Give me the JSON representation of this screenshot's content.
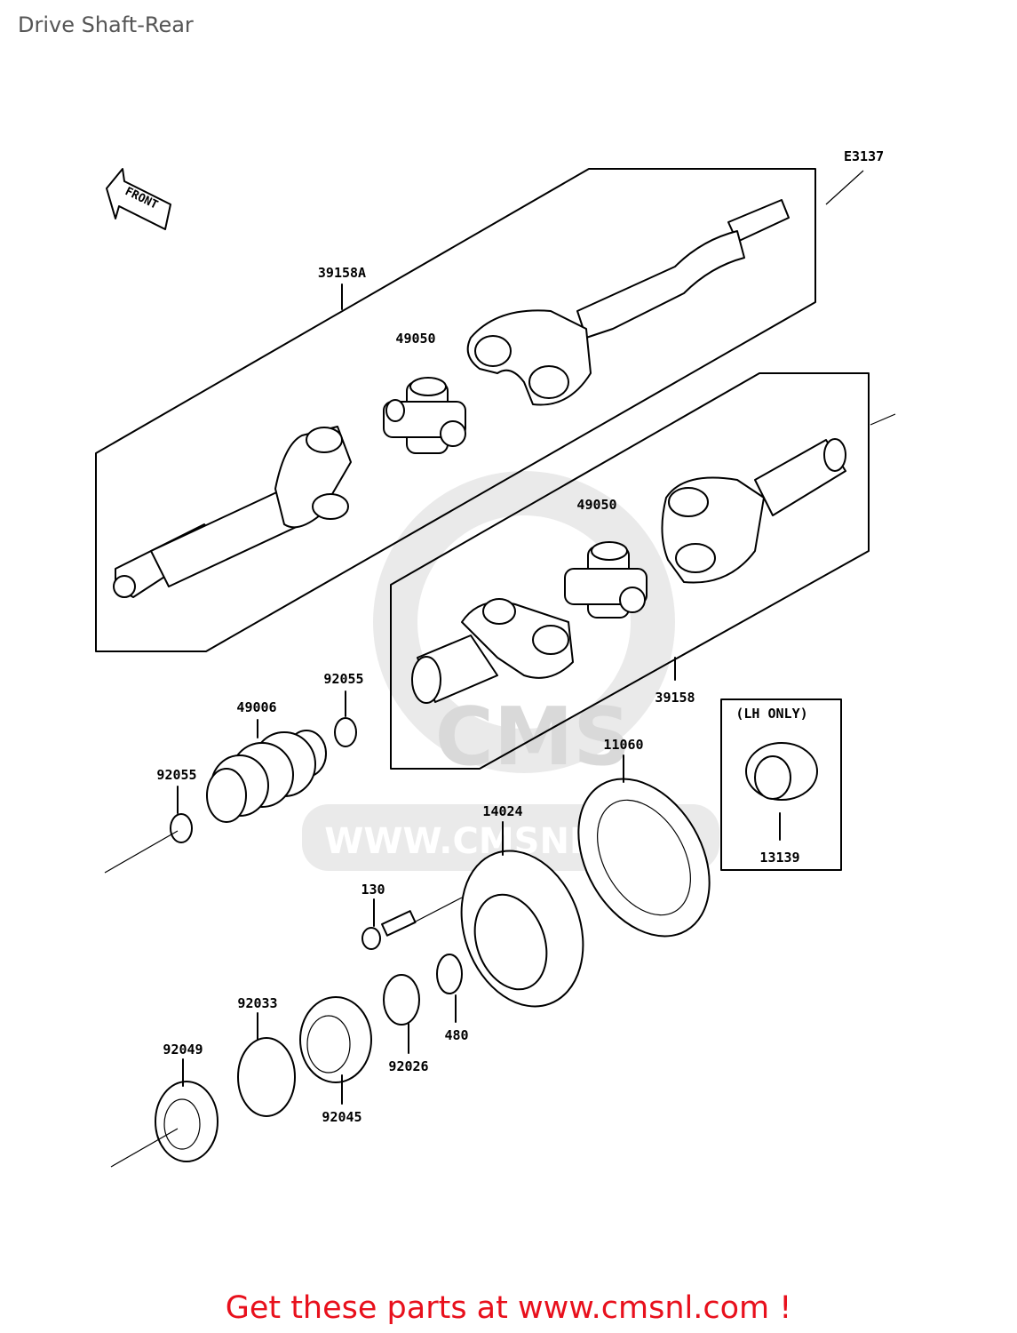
{
  "header": {
    "title": "Drive Shaft-Rear"
  },
  "diagram": {
    "figure_code": "E3137",
    "front_arrow_label": "FRONT",
    "lh_only_note": "(LH ONLY)",
    "watermark_text": "WWW.CMSNL.COM",
    "watermark_logo": "CMS",
    "parts": [
      {
        "id": "p39158A",
        "label": "39158A"
      },
      {
        "id": "p49050a",
        "label": "49050"
      },
      {
        "id": "p49050b",
        "label": "49050"
      },
      {
        "id": "p39158",
        "label": "39158"
      },
      {
        "id": "p92055a",
        "label": "92055"
      },
      {
        "id": "p49006",
        "label": "49006"
      },
      {
        "id": "p92055b",
        "label": "92055"
      },
      {
        "id": "p11060",
        "label": "11060"
      },
      {
        "id": "p14024",
        "label": "14024"
      },
      {
        "id": "p13139",
        "label": "13139"
      },
      {
        "id": "p130",
        "label": "130"
      },
      {
        "id": "p92033",
        "label": "92033"
      },
      {
        "id": "p92049",
        "label": "92049"
      },
      {
        "id": "p92026",
        "label": "92026"
      },
      {
        "id": "p480",
        "label": "480"
      },
      {
        "id": "p92045",
        "label": "92045"
      }
    ]
  },
  "footer": {
    "cta": "Get these parts at www.cmsnl.com !"
  }
}
